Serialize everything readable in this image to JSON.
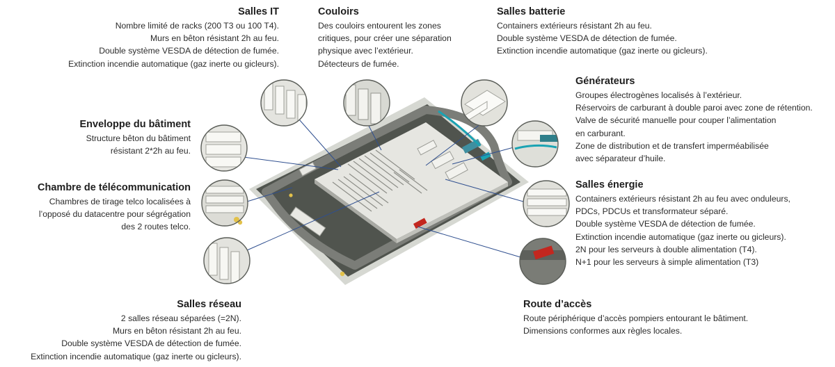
{
  "callouts": {
    "salles_it": {
      "title": "Salles IT",
      "lines": [
        "Nombre limité de racks (200 T3 ou 100 T4).",
        "Murs en bêton résistant 2h au feu.",
        "Double système VESDA de détection de fumée.",
        "Extinction incendie automatique (gaz inerte ou gicleurs)."
      ]
    },
    "couloirs": {
      "title": "Couloirs",
      "lines": [
        "Des couloirs entourent les zones",
        "critiques, pour créer une séparation",
        "physique avec l’extérieur.",
        "Détecteurs de fumée."
      ]
    },
    "salles_batterie": {
      "title": "Salles batterie",
      "lines": [
        "Containers extérieurs résistant 2h au feu.",
        "Double système VESDA de détection de fumée.",
        "Extinction incendie automatique (gaz inerte ou gicleurs)."
      ]
    },
    "generateurs": {
      "title": "Générateurs",
      "lines": [
        "Groupes électrogènes localisés à l’extérieur.",
        "Réservoirs de carburant à double paroi avec zone de rétention.",
        "Valve de sécurité manuelle pour couper l’alimentation",
        "en carburant.",
        "Zone de distribution et de transfert imperméabilisée",
        "avec séparateur d’huile."
      ]
    },
    "enveloppe": {
      "title": "Enveloppe du bâtiment",
      "lines": [
        "Structure bêton du bâtiment",
        "résistant 2*2h au feu."
      ]
    },
    "telecom": {
      "title": "Chambre de télécommunication",
      "lines": [
        "Chambres de tirage telco localisées à",
        "l’opposé du datacentre pour ségrégation",
        "des 2 routes telco."
      ]
    },
    "salles_energie": {
      "title": "Salles énergie",
      "lines": [
        "Containers extérieurs résistant 2h au feu avec onduleurs,",
        "PDCs, PDCUs et transformateur séparé.",
        "Double système VESDA de détection de fumée.",
        "Extinction incendie automatique (gaz inerte ou gicleurs).",
        "2N pour les serveurs à double alimentation (T4).",
        "N+1 pour les serveurs à simple alimentation (T3)"
      ]
    },
    "salles_reseau": {
      "title": "Salles réseau",
      "lines": [
        "2 salles réseau séparées (=2N).",
        "Murs en bêton résistant 2h au feu.",
        "Double système VESDA de détection de fumée.",
        "Extinction incendie automatique (gaz inerte ou gicleurs)."
      ]
    },
    "route_acces": {
      "title": "Route d’accès",
      "lines": [
        "Route périphérique d’accès pompiers entourant le bâtiment.",
        "Dimensions conformes aux règles locales."
      ]
    }
  },
  "colors": {
    "text": "#2b2b2b",
    "leader_line": "#2f4f8f",
    "building": "#dcdcd6",
    "road": "#6c6e68",
    "lawn": "#4f534d",
    "vehicle_red": "#c3271f",
    "pipe_cyan": "#1aa3b3"
  }
}
